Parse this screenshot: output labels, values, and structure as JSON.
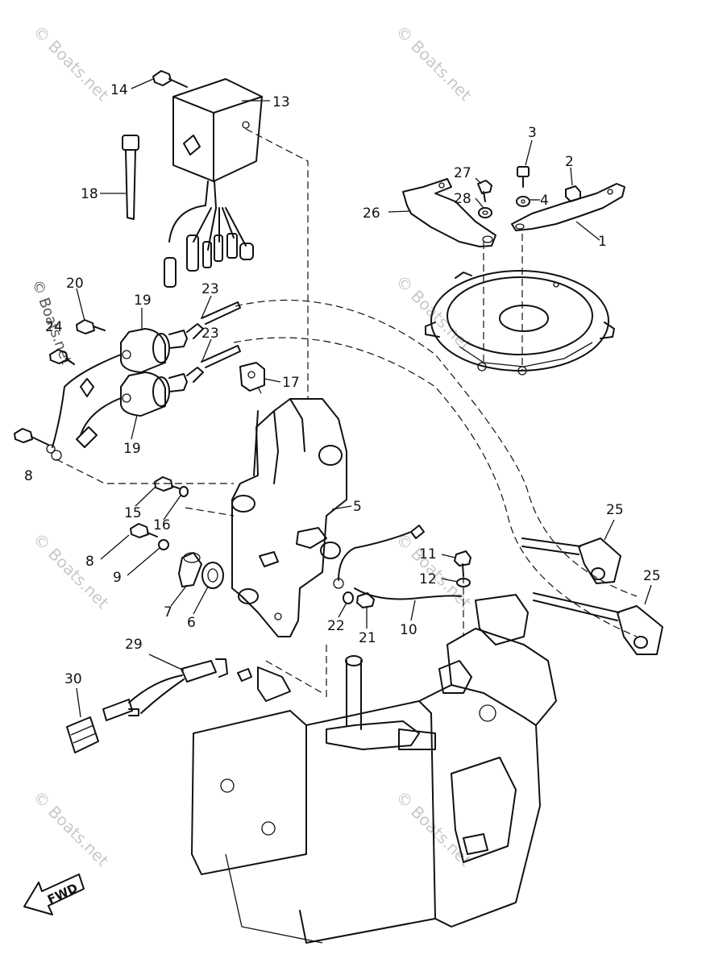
{
  "watermark": "© Boats.net",
  "fwd_label": "FWD",
  "callouts": {
    "c1": "1",
    "c2": "2",
    "c3": "3",
    "c4": "4",
    "c5": "5",
    "c6": "6",
    "c7": "7",
    "c8a": "8",
    "c8b": "8",
    "c9": "9",
    "c10": "10",
    "c11": "11",
    "c12": "12",
    "c13": "13",
    "c14": "14",
    "c15": "15",
    "c16": "16",
    "c17": "17",
    "c18": "18",
    "c19a": "19",
    "c19b": "19",
    "c20": "20",
    "c21": "21",
    "c22": "22",
    "c23a": "23",
    "c23b": "23",
    "c24": "24",
    "c25a": "25",
    "c25b": "25",
    "c26": "26",
    "c27": "27",
    "c28": "28",
    "c29": "29",
    "c30": "30"
  }
}
